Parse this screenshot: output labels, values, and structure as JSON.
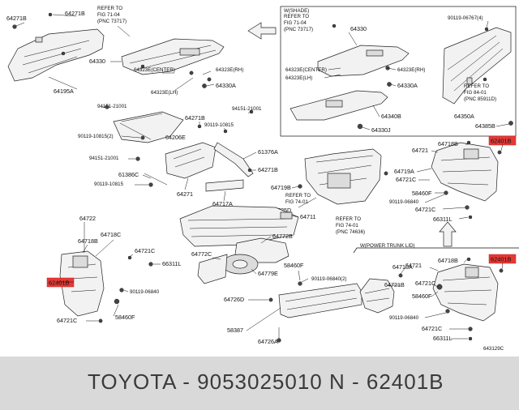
{
  "labels": {
    "l_64271B_a": "64271B",
    "l_64271B_b": "64271B",
    "l_refer1": "REFER TO",
    "l_fig1": "FIG 71-04",
    "l_pnc1": "(PNC 73717)",
    "l_64330": "64330",
    "l_64195A": "64195A",
    "l_64323E_center": "64323E(CENTER)",
    "l_64323E_rh": "64323E(RH)",
    "l_64323E_lh": "64323E(LH)",
    "l_64330A": "64330A",
    "l_94151_a": "94151-21001",
    "l_90119_10815_2": "90119-10815(2)",
    "l_94151_b": "94151-21001",
    "l_64206E": "64206E",
    "l_64271B_c": "64271B",
    "l_90119_10815_b": "90119-10815",
    "l_94151_c": "94151-21001",
    "l_61376A": "61376A",
    "l_61386C": "61386C",
    "l_64271B_d": "64271B",
    "l_90119_10815_c": "90119-10815",
    "l_64271": "64271",
    "l_64717A": "64717A",
    "l_64719B": "64719B",
    "l_refer2": "REFER TO",
    "l_fig2": "FIG 74-01",
    "l_pnc2": "(PNC 74636)",
    "l_64725D": "64725D",
    "l_64711": "64711",
    "l_64722": "64722",
    "l_64718B_a": "64718B",
    "l_64718C": "64718C",
    "l_64721C_a": "64721C",
    "l_66311L_a": "66311L",
    "l_62401B_a": "62401B",
    "l_90119_06840_a": "90119-06840",
    "l_58460F_a": "58460F",
    "l_64721C_b": "64721C",
    "l_64772C": "64772C",
    "l_64772B": "64772B",
    "l_64779E": "64779E",
    "l_58460F_b": "58460F",
    "l_64726D": "64726D",
    "l_90119_06840_2": "90119-06840(2)",
    "l_58387": "58387",
    "l_64726A": "64726A",
    "l_wshade": "W(SHADE)",
    "l_refer3": "REFER TO",
    "l_fig3": "FIG 71-04",
    "l_pnc3": "(PNC 73717)",
    "l_64330_b": "64330",
    "l_64323E_center_b": "64323E(CENTER)",
    "l_64323E_rh_b": "64323E(RH)",
    "l_64323E_lh_b": "64323E(LH)",
    "l_64330A_b": "64330A",
    "l_64340B": "64340B",
    "l_64330J": "64330J",
    "l_90119_06767": "90119-06767(4)",
    "l_refer4": "REFER TO",
    "l_fig4": "FIG 84-01",
    "l_pnc4": "(PNC 85911D)",
    "l_64350A": "64350A",
    "l_64385B": "64385B",
    "l_64721": "64721",
    "l_64718B_r": "64718B",
    "l_62401B_r1": "62401B",
    "l_64719A": "64719A",
    "l_64721C_r": "64721C",
    "l_58460F_r": "58460F",
    "l_90119_06840_r": "90119-06840",
    "l_64721C_r2": "64721C",
    "l_66311L_r": "66311L",
    "l_wpower": "W(POWER TRUNK LID)",
    "l_64710A": "64710A",
    "l_64721B": "64721B",
    "l_64721_p": "64721",
    "l_64718B_p": "64718B",
    "l_62401B_r2": "62401B",
    "l_64721C_p": "64721C",
    "l_58460F_p": "58460F",
    "l_90119_06840_p": "90119-06840",
    "l_64721C_p2": "64721C",
    "l_66311L_p": "66311L",
    "l_code": "643129C"
  },
  "footer": {
    "left": "TOYOTA - 9053025010",
    "right": "N - 62401B"
  },
  "colors": {
    "highlight": "#e53935",
    "footer_bg": "#d9d9d9"
  }
}
